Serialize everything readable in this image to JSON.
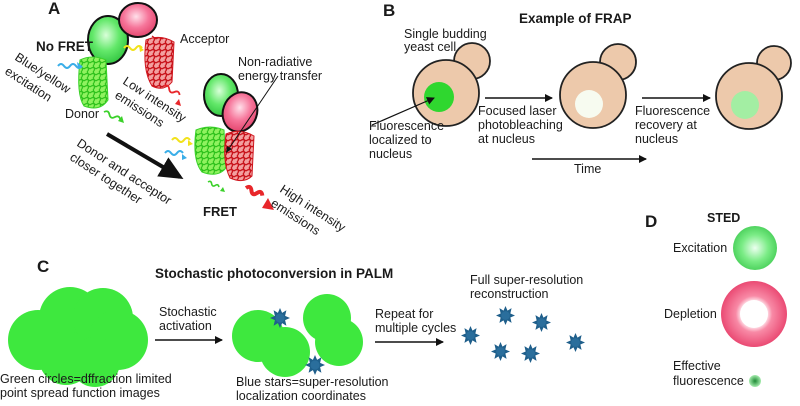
{
  "panels": {
    "a": {
      "letter": "A",
      "no_fret_label": "No FRET",
      "acceptor_label": "Acceptor",
      "donor_label": "Donor",
      "excitation_label_1": "Blue/yellow",
      "excitation_label_2": "excitation",
      "low_emissions_1": "Low intensity",
      "low_emissions_2": "emissions",
      "transfer_label_1": "Non-radiative",
      "transfer_label_2": "energy transfer",
      "closer_label_1": "Donor and acceptor",
      "closer_label_2": "closer together",
      "fret_label": "FRET",
      "high_emissions_1": "High intensity",
      "high_emissions_2": "emissions"
    },
    "b": {
      "letter": "B",
      "title": "Example of FRAP",
      "cell_label_1": "Single budding",
      "cell_label_2": "yeast cell",
      "fluor_label_1": "Fluorescence",
      "fluor_label_2": "localized to",
      "fluor_label_3": "nucleus",
      "bleach_label_1": "Focused laser",
      "bleach_label_2": "photobleaching",
      "bleach_label_3": "at nucleus",
      "recovery_label_1": "Fluorescence",
      "recovery_label_2": "recovery at",
      "recovery_label_3": "nucleus",
      "time_label": "Time"
    },
    "c": {
      "letter": "C",
      "title": "Stochastic photoconversion in PALM",
      "activation_label_1": "Stochastic",
      "activation_label_2": "activation",
      "repeat_label_1": "Repeat for",
      "repeat_label_2": "multiple cycles",
      "reconstruction_label_1": "Full super-resolution",
      "reconstruction_label_2": "reconstruction",
      "green_caption_1": "Green circles=dffraction limited",
      "green_caption_2": "point spread function images",
      "blue_caption_1": "Blue stars=super-resolution",
      "blue_caption_2": "localization coordinates"
    },
    "d": {
      "letter": "D",
      "title": "STED",
      "excitation_label": "Excitation",
      "depletion_label": "Depletion",
      "effective_label_1": "Effective",
      "effective_label_2": "fluorescence"
    }
  },
  "colors": {
    "green": "#3ee83e",
    "pink": "#f0577f",
    "red_protein": "#d9262a",
    "cell": "#edc9ab",
    "star": "#1f5f8b",
    "yellow": "#f2e21b",
    "blue": "#3aaee8"
  }
}
